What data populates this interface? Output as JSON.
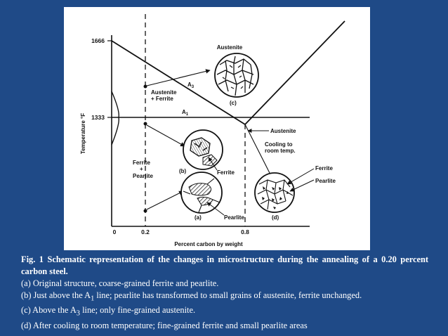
{
  "figure": {
    "y_ticks": [
      "1666",
      "1333"
    ],
    "x_ticks": [
      "0",
      "0.2",
      "0.8"
    ],
    "y_axis_label": "Temperature °F",
    "x_axis_label": "Percent carbon by weight",
    "labels": {
      "austenite_top": "Austenite",
      "a3": "A",
      "a3_sub": "3",
      "austenite_ferrite_1": "Austenite",
      "austenite_ferrite_2": "+ Ferrite",
      "a1": "A",
      "a1_sub": "1",
      "austenite_arrow": "Austenite",
      "cooling_1": "Cooling to",
      "cooling_2": "room temp.",
      "ferrite_pearlite_1": "Ferrite",
      "ferrite_pearlite_2": "+",
      "ferrite_pearlite_3": "Pearlite",
      "ferrite_mid": "Ferrite",
      "pearlite_bottom": "Pearlite",
      "ferrite_right": "Ferrite",
      "pearlite_right": "Pearlite",
      "panel_a": "(a)",
      "panel_b": "(b)",
      "panel_c": "(c)",
      "panel_d": "(d)"
    }
  },
  "caption": {
    "title": "Fig. 1 Schematic representation of the changes in microstructure during the annealing of a 0.20 percent carbon steel.",
    "line_a": "(a) Original structure, coarse-grained ferrite and pearlite.",
    "line_b_pre": "(b) Just above the A",
    "line_b_sub": "1",
    "line_b_post": " line; pearlite has transformed to small grains of austenite, ferrite unchanged.",
    "line_c_pre": "(c) Above the A",
    "line_c_sub": "3",
    "line_c_post": " line; only fine-grained austenite.",
    "line_d": "(d) After cooling to room temperature; fine-grained ferrite and small pearlite areas"
  },
  "colors": {
    "background": "#1f4a87",
    "caption_text": "#ffffff",
    "figure_bg": "#ffffff",
    "ink": "#111111"
  }
}
